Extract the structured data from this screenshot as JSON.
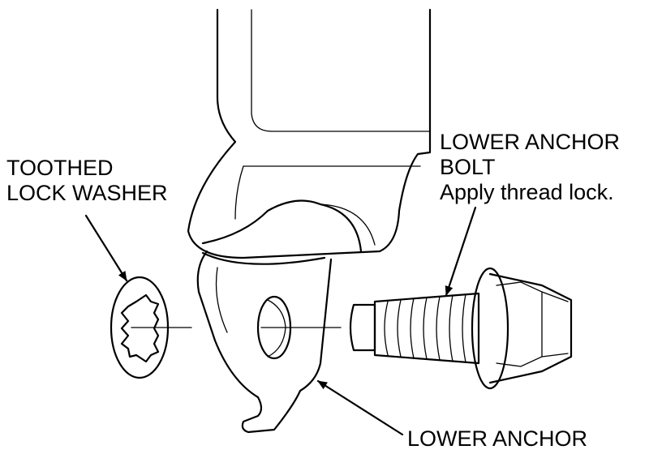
{
  "labels": {
    "washer": [
      "TOOTHED",
      "LOCK WASHER"
    ],
    "bolt": [
      "LOWER ANCHOR",
      "BOLT",
      "Apply thread lock."
    ],
    "anchor": [
      "LOWER ANCHOR"
    ]
  },
  "colors": {
    "ink": "#000000",
    "paper": "#ffffff"
  }
}
